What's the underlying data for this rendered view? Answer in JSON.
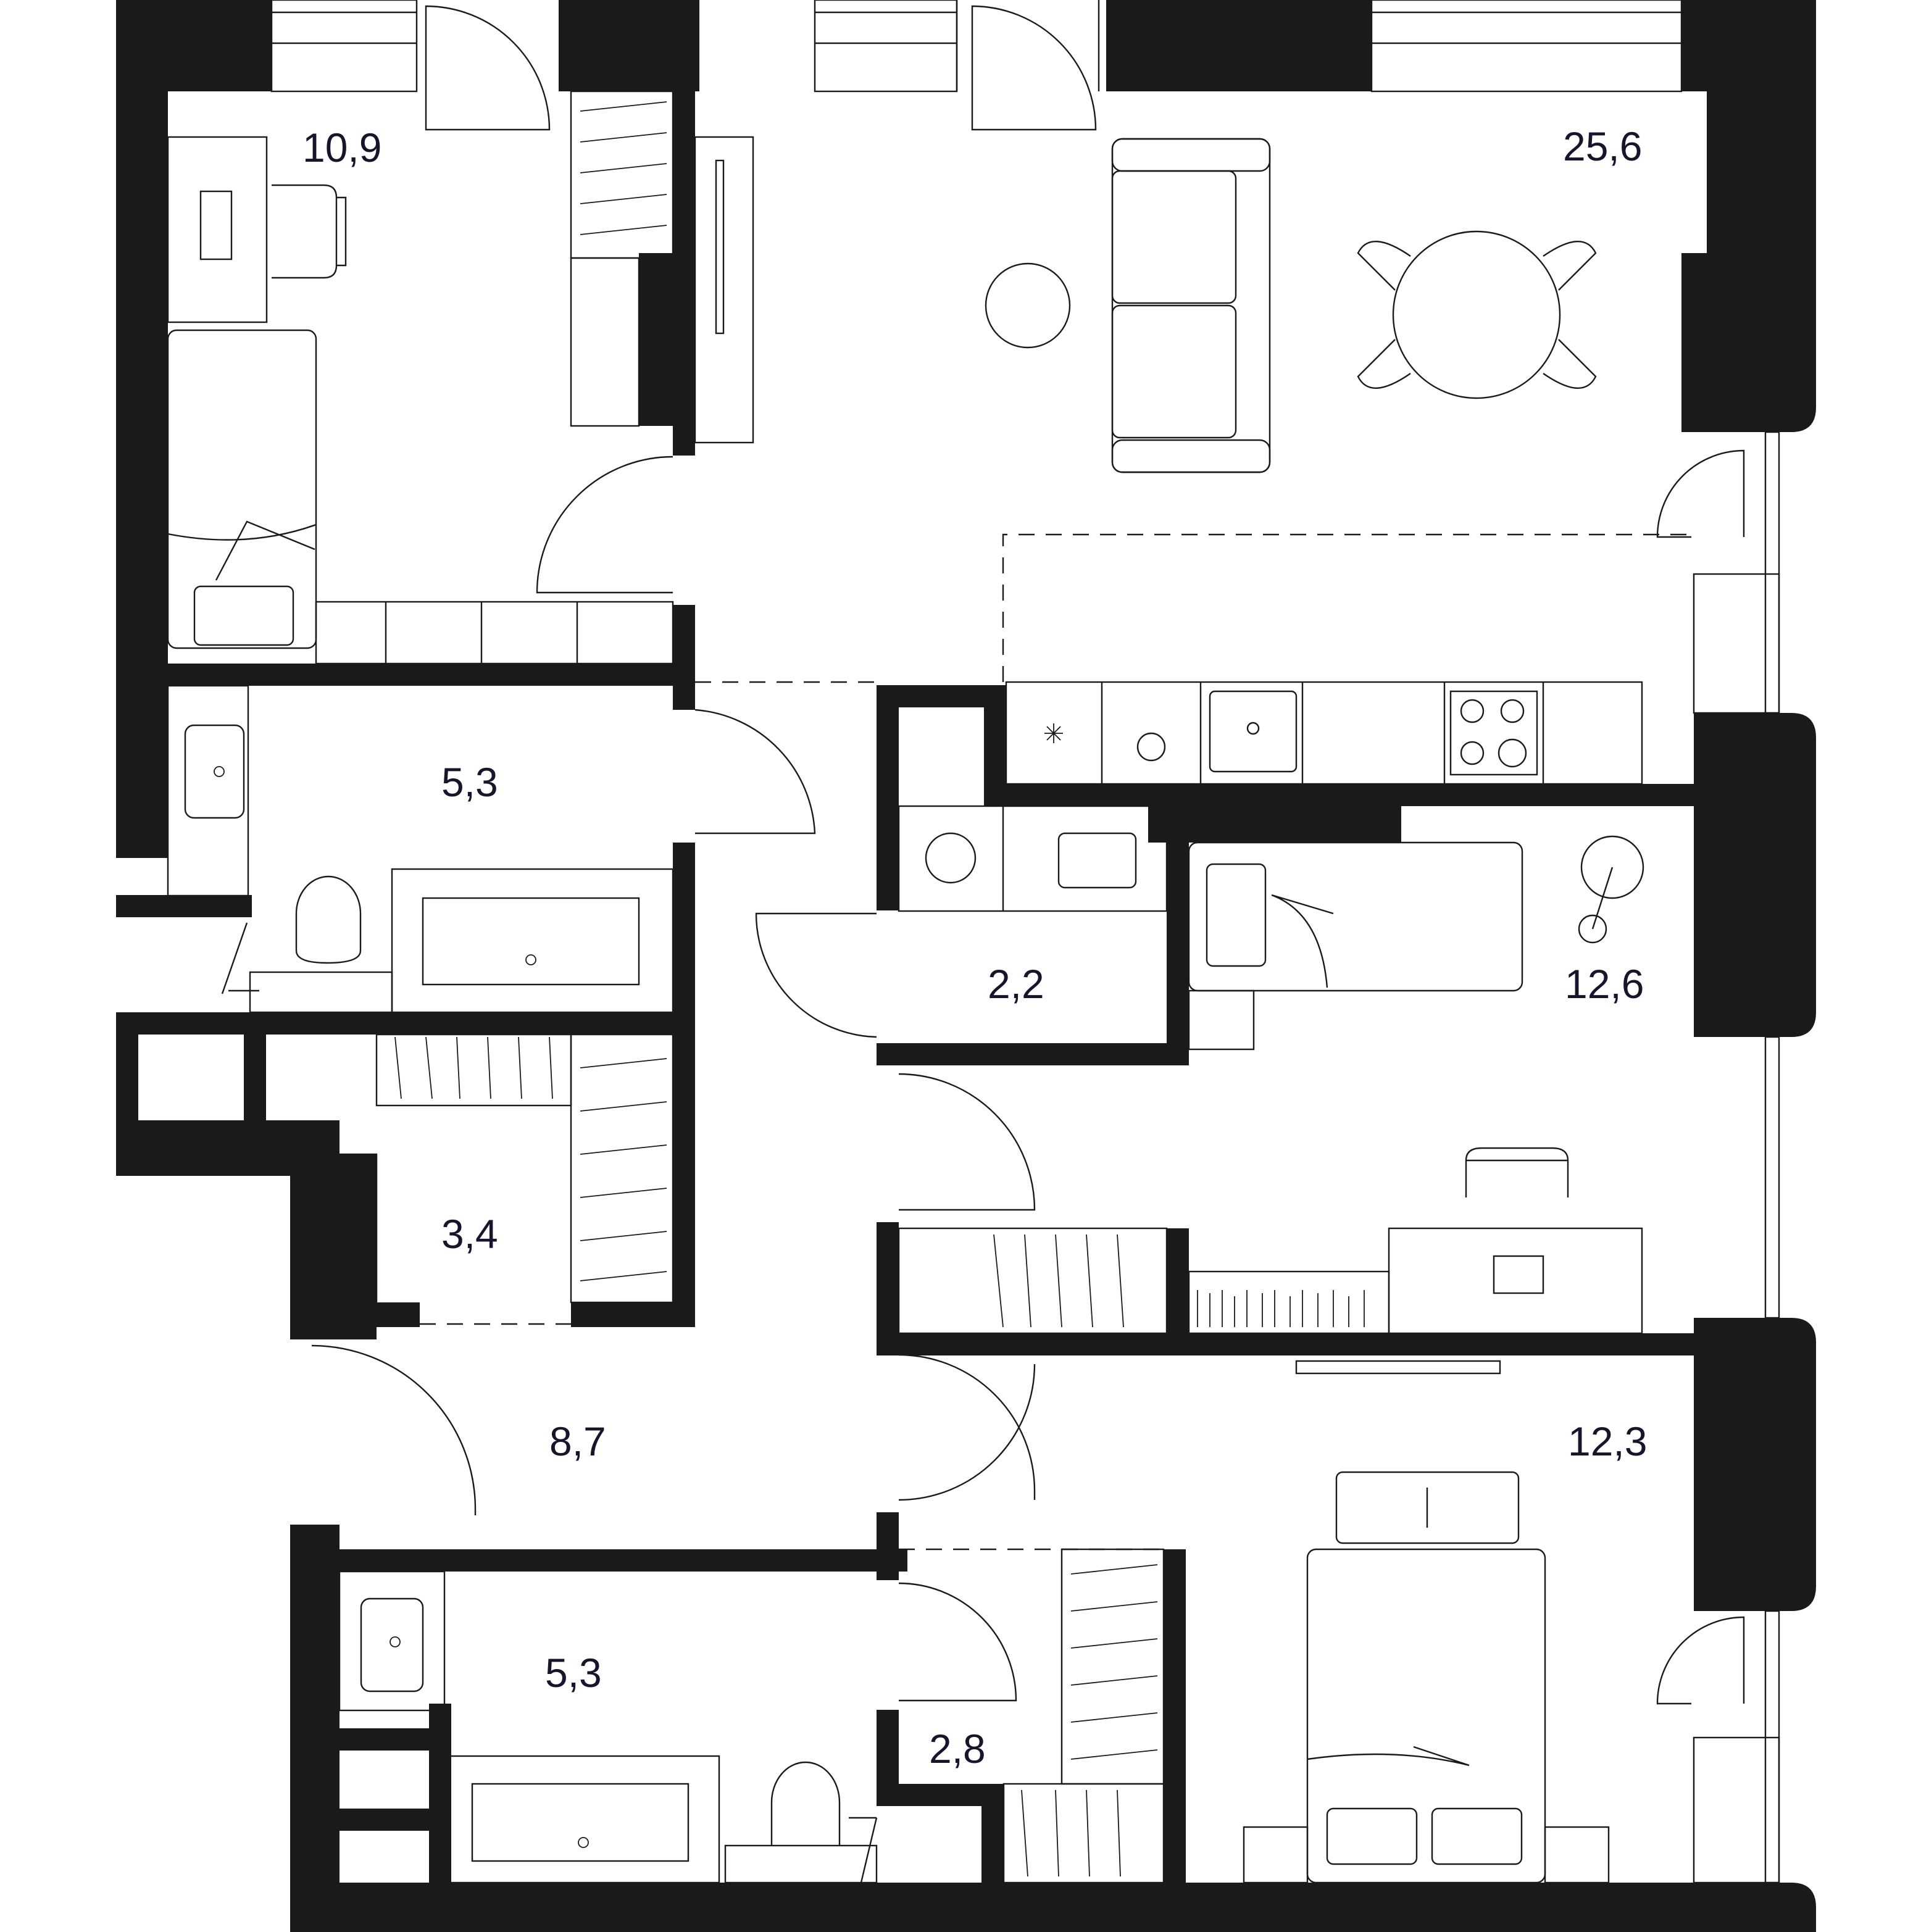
{
  "plan": {
    "rooms": [
      {
        "id": "bedroom-nw",
        "area": "10,9"
      },
      {
        "id": "living-kitchen",
        "area": "25,6"
      },
      {
        "id": "bathroom-1",
        "area": "5,3"
      },
      {
        "id": "laundry",
        "area": "2,2"
      },
      {
        "id": "bedroom-e",
        "area": "12,6"
      },
      {
        "id": "wardrobe-1",
        "area": "3,4"
      },
      {
        "id": "hall",
        "area": "8,7"
      },
      {
        "id": "bedroom-se",
        "area": "12,3"
      },
      {
        "id": "bathroom-2",
        "area": "5,3"
      },
      {
        "id": "wardrobe-2",
        "area": "2,8"
      }
    ],
    "colors": {
      "wall": "#1a1a1a",
      "line": "#1a1a1a",
      "label": "#15152b",
      "background": "#ffffff"
    },
    "icons": [
      "sofa-icon",
      "dining-table-icon",
      "bed-icon",
      "bathtub-icon",
      "toilet-icon",
      "sink-icon",
      "washing-machine-icon",
      "stove-icon",
      "desk-icon",
      "lamp-icon",
      "wardrobe-icon",
      "door-icon",
      "window-icon"
    ]
  }
}
